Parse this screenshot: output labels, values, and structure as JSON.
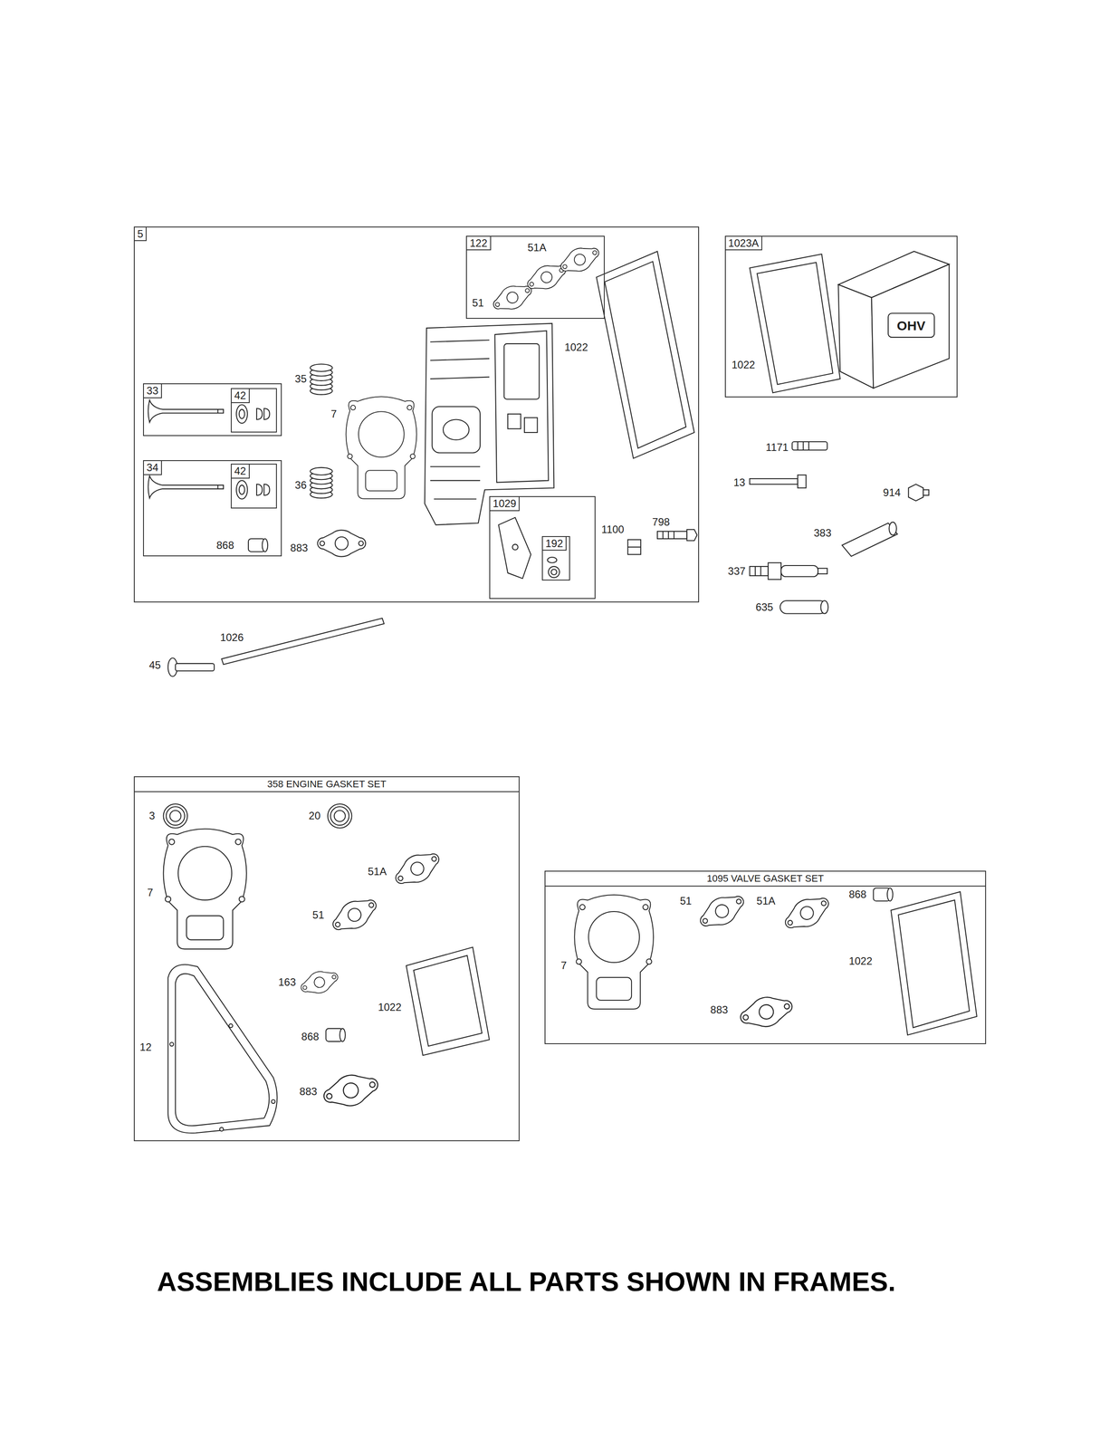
{
  "diagram": {
    "caption": "ASSEMBLIES INCLUDE ALL PARTS SHOWN IN FRAMES.",
    "nodes": [
      {
        "text": [
          "5"
        ]
      },
      {
        "text": [
          "122"
        ],
        "in": 0
      },
      {
        "text": [
          "33"
        ],
        "in": 0
      },
      {
        "text": [
          "42"
        ],
        "in": 2
      },
      {
        "text": [
          "34"
        ],
        "in": 0
      },
      {
        "text": [
          "42"
        ],
        "in": 4
      },
      {
        "text": [
          "1029"
        ],
        "in": 0
      },
      {
        "text": [
          "192"
        ],
        "in": 6
      },
      {
        "text": [
          "1023A"
        ]
      },
      {
        "text": [
          "358 ENGINE GASKET SET"
        ]
      },
      {
        "text": [
          "1095 VALVE GASKET SET"
        ]
      }
    ],
    "labels": [
      "51A",
      "51",
      "1022",
      "35",
      "7",
      "36",
      "868",
      "883",
      "1100",
      "798",
      "OHV",
      "1022",
      "1171",
      "13",
      "914",
      "383",
      "337",
      "635",
      "1026",
      "45",
      "3",
      "20",
      "51A",
      "7",
      "51",
      "163",
      "1022",
      "12",
      "868",
      "883",
      "868",
      "51",
      "51A",
      "7",
      "1022",
      "883"
    ]
  }
}
